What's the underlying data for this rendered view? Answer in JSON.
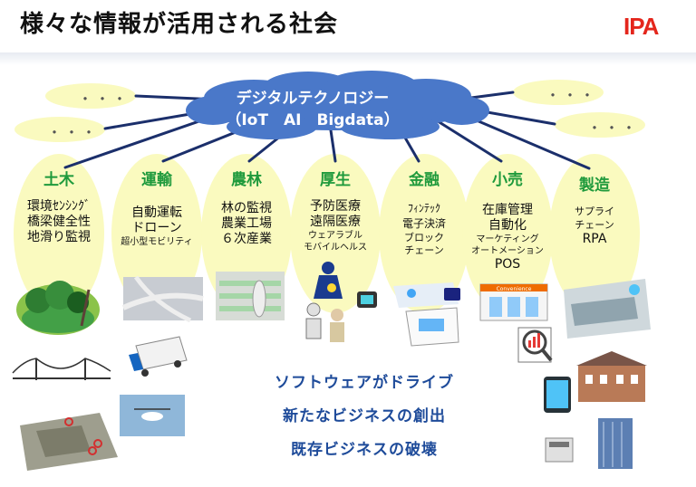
{
  "title": "様々な情報が活用される社会",
  "logo": "IPA",
  "cloud": {
    "line1": "デジタルテクノロジー",
    "line2": "（IoT　AI　Bigdata）"
  },
  "ellipsis": "・・・",
  "categories": [
    {
      "name": "土木",
      "items": [
        {
          "text": "環境ｾﾝｼﾝｸﾞ",
          "size": "big"
        },
        {
          "text": "橋梁健全性",
          "size": "big"
        },
        {
          "text": "地滑り監視",
          "size": "big"
        }
      ]
    },
    {
      "name": "運輸",
      "items": [
        {
          "text": "自動運転",
          "size": "big"
        },
        {
          "text": "ドローン",
          "size": "big"
        },
        {
          "text": "超小型モビリティ",
          "size": "small"
        }
      ]
    },
    {
      "name": "農林",
      "items": [
        {
          "text": "林の監視",
          "size": "big"
        },
        {
          "text": "農業工場",
          "size": "big"
        },
        {
          "text": "６次産業",
          "size": "big"
        }
      ]
    },
    {
      "name": "厚生",
      "items": [
        {
          "text": "予防医療",
          "size": "big"
        },
        {
          "text": "遠隔医療",
          "size": "big"
        },
        {
          "text": "ウェアラブル",
          "size": "small"
        },
        {
          "text": "モバイルヘルス",
          "size": "small"
        }
      ]
    },
    {
      "name": "金融",
      "items": [
        {
          "text": "ﾌｨﾝﾃｯｸ",
          "size": "big"
        },
        {
          "text": "電子決済",
          "size": "big"
        },
        {
          "text": "ブロック",
          "size": "small"
        },
        {
          "text": "チェーン",
          "size": "small"
        }
      ]
    },
    {
      "name": "小売",
      "items": [
        {
          "text": "在庫管理",
          "size": "big"
        },
        {
          "text": "自動化",
          "size": "big"
        },
        {
          "text": "マーケティング",
          "size": "small"
        },
        {
          "text": "オートメーション",
          "size": "small"
        },
        {
          "text": "POS",
          "size": "big"
        }
      ]
    },
    {
      "name": "製造",
      "items": [
        {
          "text": "サプライ",
          "size": "small"
        },
        {
          "text": "チェーン",
          "size": "small"
        },
        {
          "text": "RPA",
          "size": "big"
        }
      ]
    }
  ],
  "slogans": [
    "ソフトウェアがドライブ",
    "新たなビジネスの創出",
    "既存ビジネスの破壊"
  ],
  "illustration_labels": {
    "store_sign": "Convenience"
  },
  "colors": {
    "cloud": "#4a78c9",
    "ellipse": "#fafabf",
    "category": "#1f9a3c",
    "slogan": "#1e4b9a",
    "logo": "#e4261c"
  }
}
